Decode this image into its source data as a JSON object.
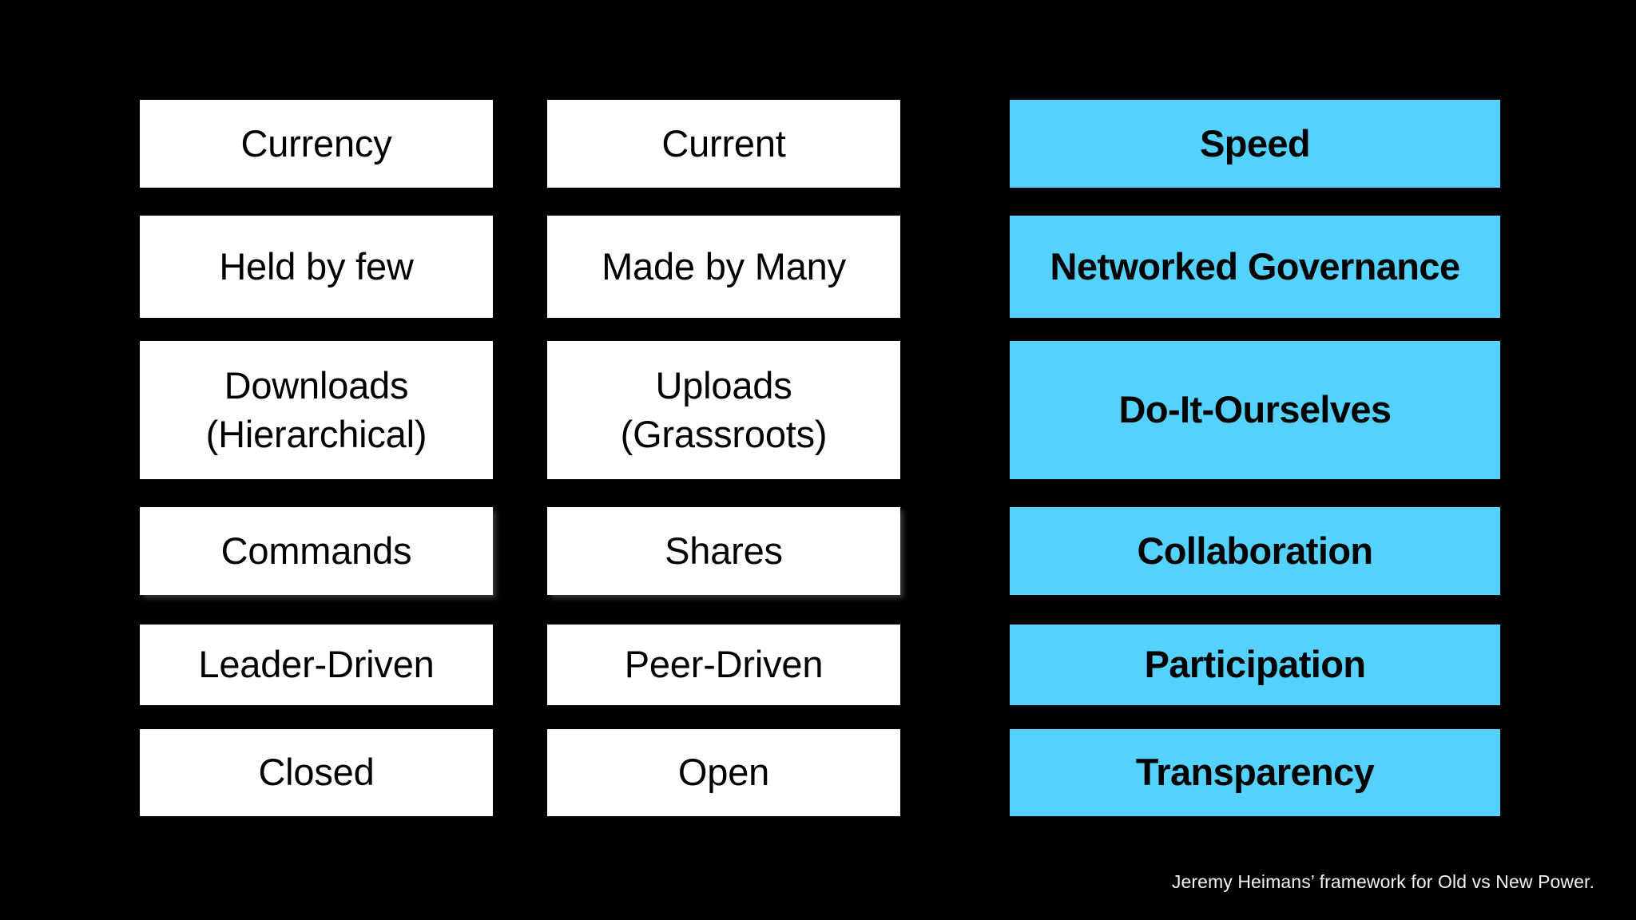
{
  "slide": {
    "background_color": "#000000",
    "accent_color": "#55d2fb",
    "plain_color": "#ffffff",
    "caption": "Jeremy Heimans’ framework for Old vs New Power."
  },
  "columns": [
    {
      "id": "old-power",
      "style": "plain"
    },
    {
      "id": "new-power",
      "style": "plain"
    },
    {
      "id": "new-power-values",
      "style": "accent"
    }
  ],
  "rows": [
    {
      "old_power": "Currency",
      "new_power": "Current",
      "value": "Speed"
    },
    {
      "old_power": "Held by few",
      "new_power": "Made by Many",
      "value": "Networked Governance"
    },
    {
      "old_power": "Downloads",
      "old_power_line2": "(Hierarchical)",
      "new_power": "Uploads",
      "new_power_line2": "(Grassroots)",
      "value": "Do-It-Ourselves"
    },
    {
      "old_power": "Commands",
      "new_power": "Shares",
      "value": "Collaboration"
    },
    {
      "old_power": "Leader-Driven",
      "new_power": "Peer-Driven",
      "value": "Participation"
    },
    {
      "old_power": "Closed",
      "new_power": "Open",
      "value": "Transparency"
    }
  ]
}
